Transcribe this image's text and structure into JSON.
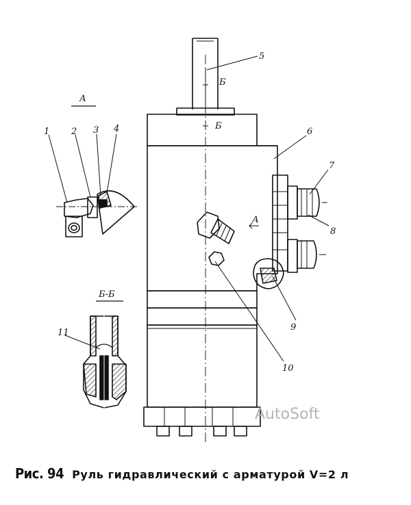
{
  "figure": {
    "label": "Рис. 94",
    "title": "Руль гидравлический с арматурой V=2 л"
  },
  "views": {
    "view_a": "А",
    "section_b": "Б-Б"
  },
  "markers": {
    "b_top": "Б",
    "b_mid": "Б",
    "a_arrow": "А"
  },
  "callouts": [
    "1",
    "2",
    "3",
    "4",
    "5",
    "6",
    "7",
    "8",
    "9",
    "10",
    "11"
  ],
  "watermark": "AutoSoft"
}
